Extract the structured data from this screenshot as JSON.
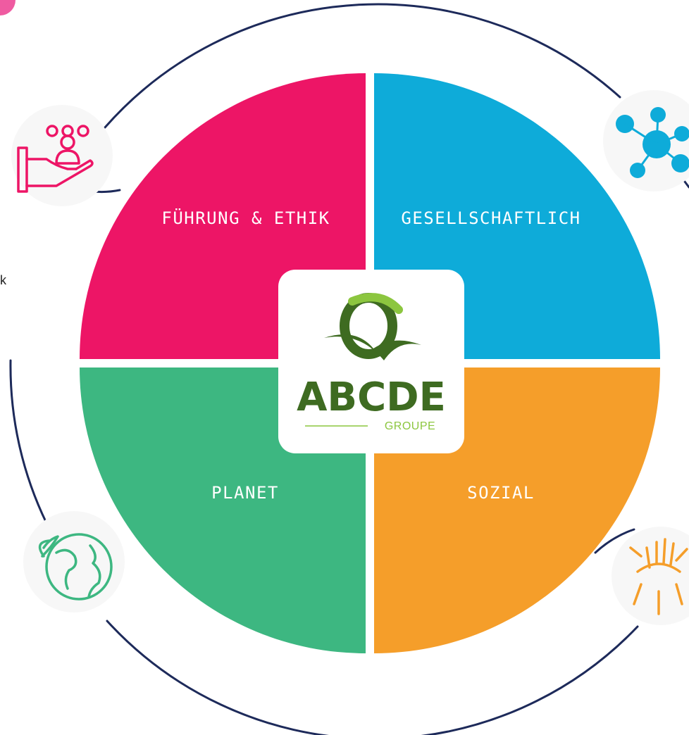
{
  "colors": {
    "governance": "#ed1566",
    "societal": "#0eabd9",
    "planet": "#3db781",
    "social": "#f59e2a",
    "ring": "#1d2a5a",
    "logo_dark": "#3e6b21",
    "logo_light": "#8cc63f",
    "pink_dot": "#ef5ba1"
  },
  "segments": {
    "top_left": {
      "label": "FÜHRUNG & ETHIK",
      "icon": "hand-holding-people-icon"
    },
    "top_right": {
      "label": "GESELLSCHAFTLICH",
      "icon": "people-network-icon"
    },
    "bottom_left": {
      "label": "PLANET",
      "icon": "globe-leaf-icon"
    },
    "bottom_right": {
      "label": "SOZIAL",
      "icon": "hands-together-icon"
    }
  },
  "logo": {
    "name": "ABCDE",
    "sub": "GROUPE"
  },
  "side_text": "k"
}
